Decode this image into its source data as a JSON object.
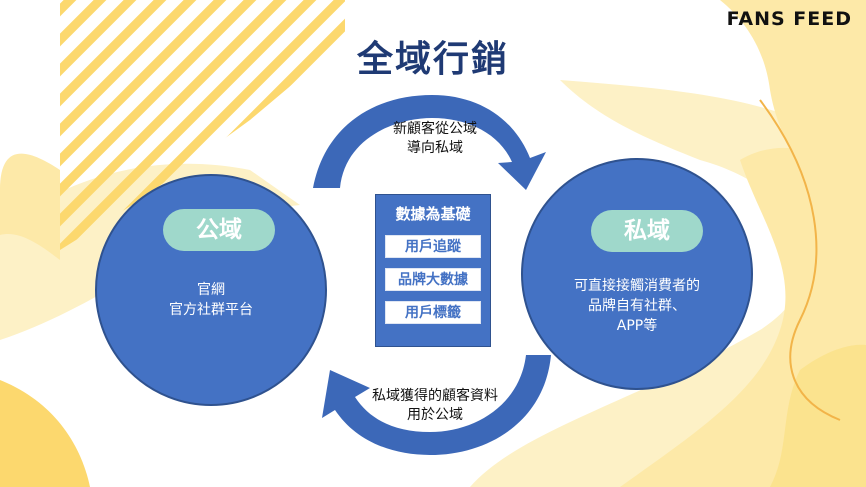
{
  "brand": "FANS FEED",
  "title": "全域行銷",
  "public_domain": {
    "label": "公域",
    "lines": [
      "官網",
      "官方社群平台"
    ]
  },
  "private_domain": {
    "label": "私域",
    "lines": [
      "可直接接觸消費者的",
      "品牌自有社群、",
      "APP等"
    ]
  },
  "data_box": {
    "title": "數據為基礎",
    "items": [
      "用戶追蹤",
      "品牌大數據",
      "用戶標籤"
    ]
  },
  "flows": {
    "top": [
      "新顧客從公域",
      "導向私域"
    ],
    "bottom": [
      "私域獲得的顧客資料",
      "用於公域"
    ]
  },
  "colors": {
    "circle": "#4472c4",
    "pill": "#9fd8cb",
    "title": "#1f3a74",
    "arrow": "#3c68b8",
    "accent_yellow": "#fbe38e"
  }
}
